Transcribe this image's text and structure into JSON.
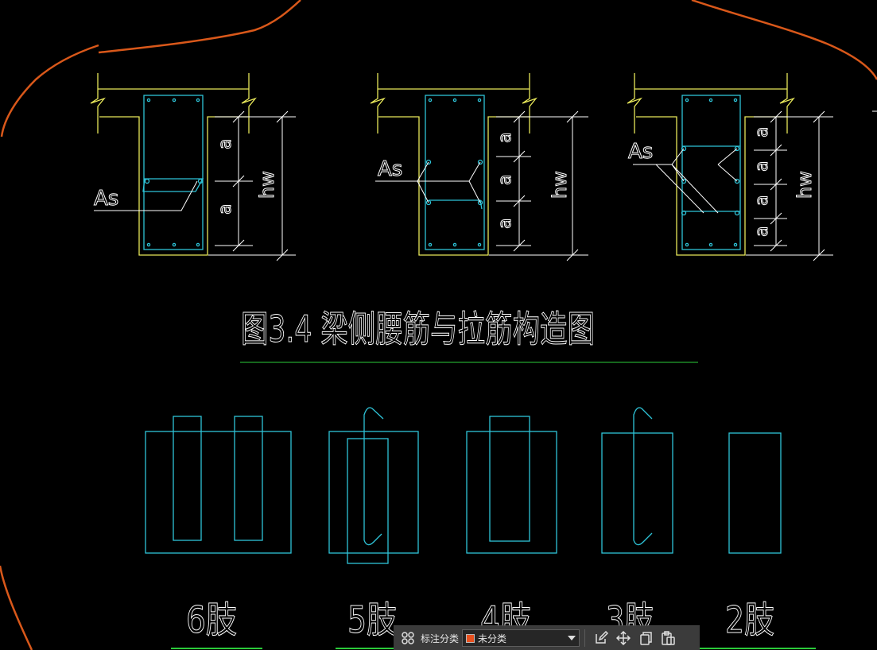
{
  "colors": {
    "background": "#000000",
    "concrete": "#e8e85a",
    "rebar": "#2ec4d8",
    "dimension": "#ffffff",
    "title_underline": "#2bcb3a",
    "freehand": "#d9581a",
    "label_underline": "#2bcb3a",
    "tag_swatch": "#e8501e"
  },
  "diagram": {
    "title": "图3.4  梁侧腰筋与拉筋构造图",
    "as_label": "As",
    "a_label": "a",
    "hw_label": "hw",
    "stirrup_labels": [
      "6肢",
      "5肢",
      "4肢",
      "3肢",
      "2肢"
    ]
  },
  "toolbar": {
    "grid_icon": "grid-icon",
    "category_label": "标注分类",
    "category_value": "未分类",
    "icons": [
      "edit-icon",
      "move-icon",
      "copy-icon",
      "paste-icon"
    ]
  }
}
